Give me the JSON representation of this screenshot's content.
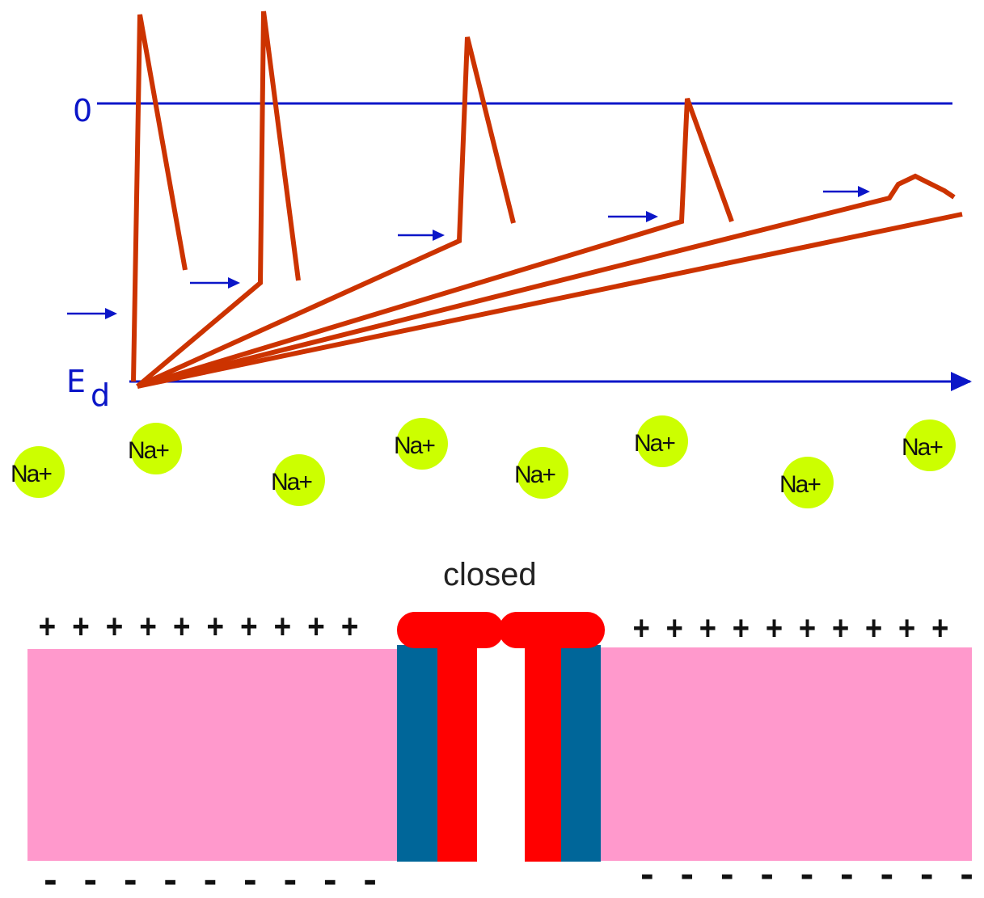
{
  "graph": {
    "zero_label": "0",
    "baseline_label_main": "E",
    "baseline_label_sub": "d",
    "colors": {
      "axis": "#0b16c8",
      "trace": "#cc3300"
    }
  },
  "ions": [
    {
      "label": "Na+"
    },
    {
      "label": "Na+"
    },
    {
      "label": "Na+"
    },
    {
      "label": "Na+"
    },
    {
      "label": "Na+"
    },
    {
      "label": "Na+"
    },
    {
      "label": "Na+"
    },
    {
      "label": "Na+"
    }
  ],
  "ion_color": "#ccff00",
  "channel": {
    "state_label": "closed",
    "colors": {
      "membrane": "#ff99cc",
      "outer_subunit": "#006699",
      "inner_subunit": "#ff0000",
      "gate": "#ff0000"
    }
  },
  "charges": {
    "outside_left": "+ + + + + + + + + +",
    "outside_right": "+ + + + + + + + + +",
    "inside_left": "- - - - - - - - -",
    "inside_right": "- - - - - - - - -"
  }
}
